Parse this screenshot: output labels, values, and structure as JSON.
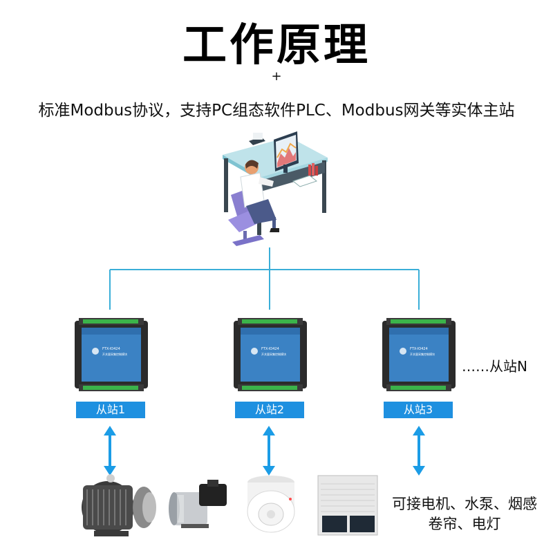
{
  "title": "工作原理",
  "plus": "+",
  "subtitle": "标准Modbus协议，支持PC组态软件PLC、Modbus网关等实体主站",
  "stations": [
    {
      "label": "从站1",
      "module_text": "FTX-IO424",
      "module_sub": "开关量采集控制模块"
    },
    {
      "label": "从站2",
      "module_text": "FTX-IO424",
      "module_sub": "开关量采集控制模块"
    },
    {
      "label": "从站3",
      "module_text": "FTX-IO424",
      "module_sub": "开关量采集控制模块"
    }
  ],
  "more_stations": "……从站N",
  "devices_text": [
    "可接电机、水泵、烟感",
    "卷帘、电灯"
  ],
  "devices": [
    "motor-icon",
    "water-pump-icon",
    "smoke-detector-icon",
    "rolling-shutter-icon"
  ],
  "colors": {
    "line": "#3aaed8",
    "arrow": "#1b9ce6",
    "label_bg": "#1e90e0",
    "module_face": "#3b82c4"
  }
}
